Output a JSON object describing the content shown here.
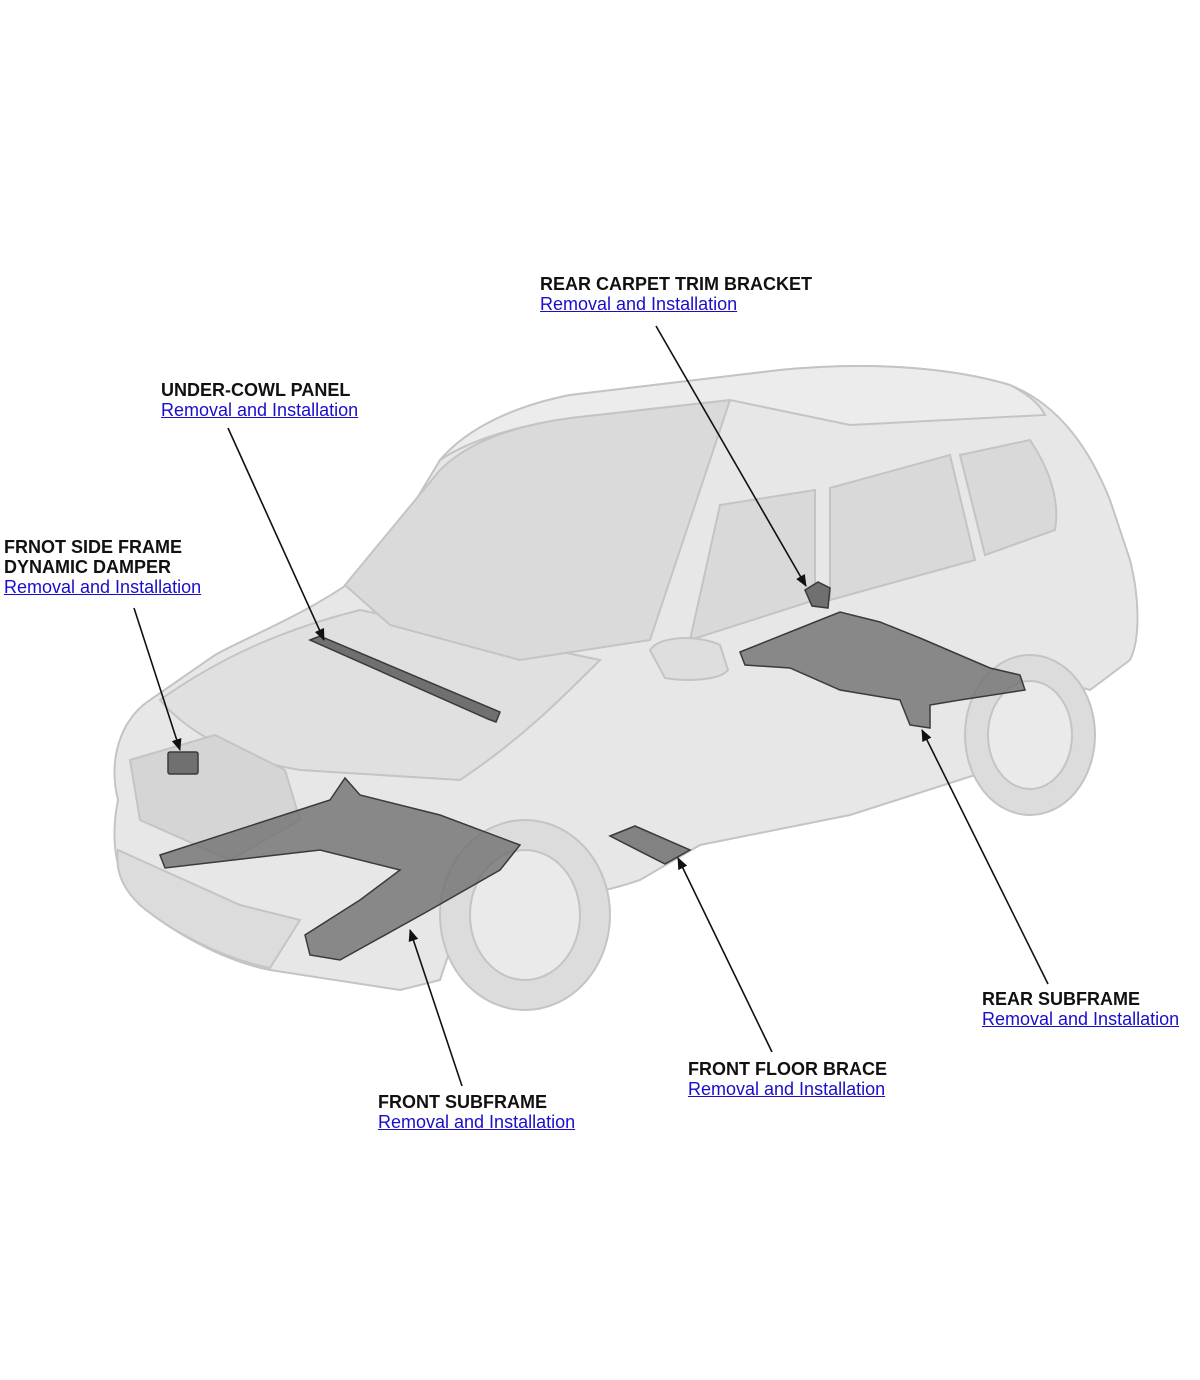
{
  "colors": {
    "link": "#1a0dcc",
    "label": "#111111",
    "car_body": "#e7e7e7",
    "car_outline": "#c4c4c4",
    "part": "#707070",
    "leader": "#111111"
  },
  "callouts": [
    {
      "id": "rear_carpet_trim_bracket",
      "title": "REAR CARPET TRIM BRACKET",
      "link": "Removal and Installation"
    },
    {
      "id": "under_cowl_panel",
      "title": "UNDER-COWL PANEL",
      "link": "Removal and Installation"
    },
    {
      "id": "front_side_frame_dynamic_damper",
      "title_lines": [
        "FRNOT SIDE FRAME",
        "DYNAMIC DAMPER"
      ],
      "link": "Removal and Installation"
    },
    {
      "id": "rear_subframe",
      "title": "REAR SUBFRAME",
      "link": "Removal and Installation"
    },
    {
      "id": "front_floor_brace",
      "title": "FRONT FLOOR BRACE",
      "link": "Removal and Installation"
    },
    {
      "id": "front_subframe",
      "title": "FRONT SUBFRAME",
      "link": "Removal and Installation"
    }
  ]
}
